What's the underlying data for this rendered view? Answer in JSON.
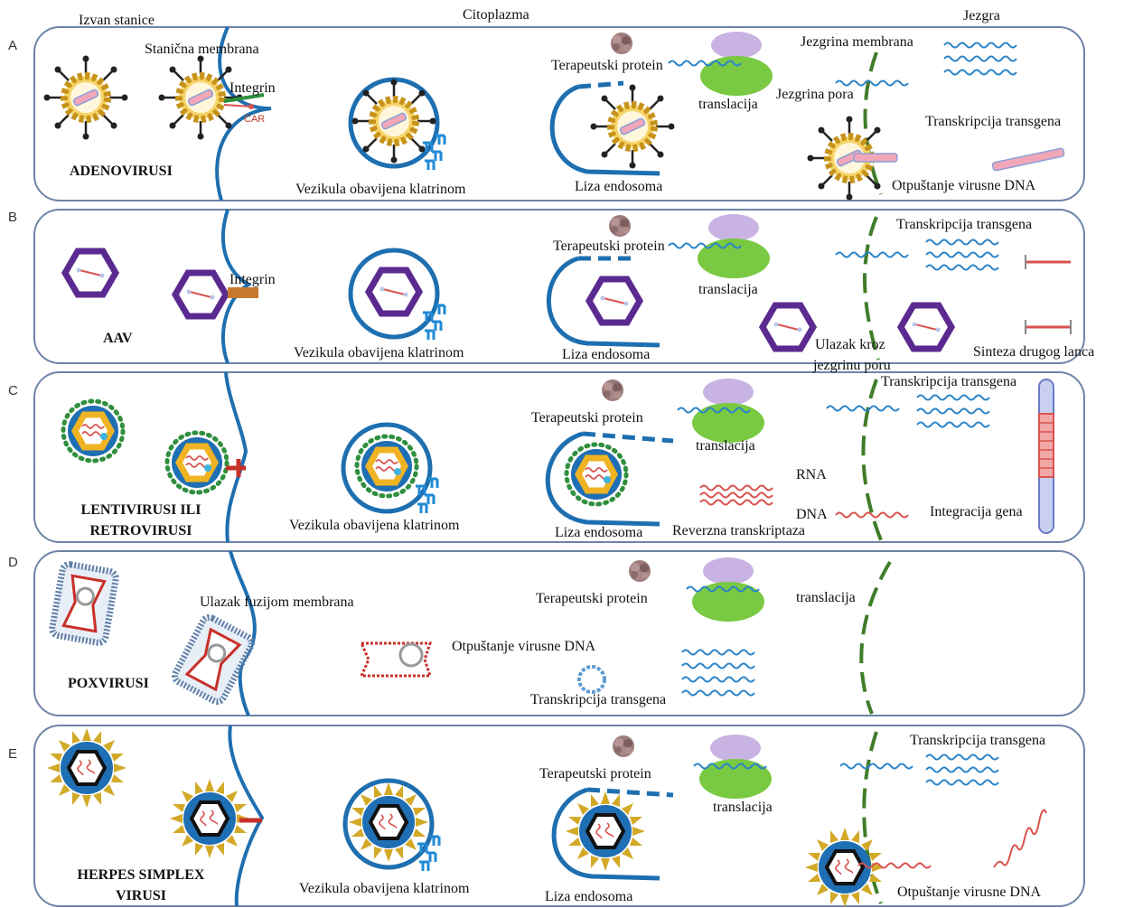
{
  "header": {
    "outside": "Izvan stanice",
    "cytoplasm": "Citoplazma",
    "nucleus": "Jezgra"
  },
  "panels": {
    "A": {
      "letter": "A",
      "virus_name": "ADENOVIRUSI",
      "cell_membrane": "Stanična membrana",
      "integrin": "Integrin",
      "car": "CAR",
      "vesicle": "Vezikula obavijena klatrinom",
      "therapeutic_protein": "Terapeutski protein",
      "translation": "translacija",
      "nuclear_membrane": "Jezgrina membrana",
      "nuclear_pore": "Jezgrina pora",
      "transgene_transcription": "Transkripcija transgena",
      "endosome_lysis": "Liza endosoma",
      "dna_release": "Otpuštanje virusne DNA"
    },
    "B": {
      "letter": "B",
      "virus_name": "AAV",
      "integrin": "Integrin",
      "vesicle": "Vezikula obavijena klatrinom",
      "therapeutic_protein": "Terapeutski protein",
      "translation": "translacija",
      "endosome_lysis": "Liza endosoma",
      "transgene_transcription": "Transkripcija transgena",
      "nuclear_entry_1": "Ulazak kroz",
      "nuclear_entry_2": "jezgrinu poru",
      "second_strand": "Sinteza drugog lanca"
    },
    "C": {
      "letter": "C",
      "virus_name_1": "LENTIVIRUSI ILI",
      "virus_name_2": "RETROVIRUSI",
      "vesicle": "Vezikula obavijena klatrinom",
      "therapeutic_protein": "Terapeutski protein",
      "translation": "translacija",
      "endosome_lysis": "Liza endosoma",
      "rna": "RNA",
      "dna": "DNA",
      "reverse_transcriptase": "Reverzna transkriptaza",
      "transgene_transcription": "Transkripcija transgena",
      "gene_integration": "Integracija gena"
    },
    "D": {
      "letter": "D",
      "virus_name": "POXVIRUSI",
      "fusion_entry": "Ulazak fuzijom membrana",
      "dna_release": "Otpuštanje virusne DNA",
      "therapeutic_protein": "Terapeutski protein",
      "translation": "translacija",
      "transgene_transcription": "Transkripcija transgena"
    },
    "E": {
      "letter": "E",
      "virus_name_1": "HERPES SIMPLEX",
      "virus_name_2": "VIRUSI",
      "vesicle": "Vezikula obavijena klatrinom",
      "therapeutic_protein": "Terapeutski protein",
      "translation": "translacija",
      "endosome_lysis": "Liza endosoma",
      "transgene_transcription": "Transkripcija transgena",
      "dna_release": "Otpuštanje virusne DNA"
    }
  },
  "colors": {
    "panel_border": "#6d84a8",
    "membrane": "#1e6fb0",
    "clathrin": "#1f8ad6",
    "nuclear_membrane": "#3f7d2a",
    "mrna": "#2b84c8",
    "ribosome_small": "#c9b3e3",
    "ribosome_large": "#7ac943",
    "protein": "#8a6a6a",
    "adeno_capsomere": "#e2b21f",
    "aav_capsid": "#5b2a91",
    "lenti_envelope": "#2f8f3e",
    "lenti_capsid": "#f0b323",
    "pox_membrane": "#5f7fa8",
    "pox_core": "#c8302a",
    "hsv_spike": "#d3a928",
    "hsv_tegument": "#1f6fb4",
    "dna_red": "#d9534f"
  }
}
